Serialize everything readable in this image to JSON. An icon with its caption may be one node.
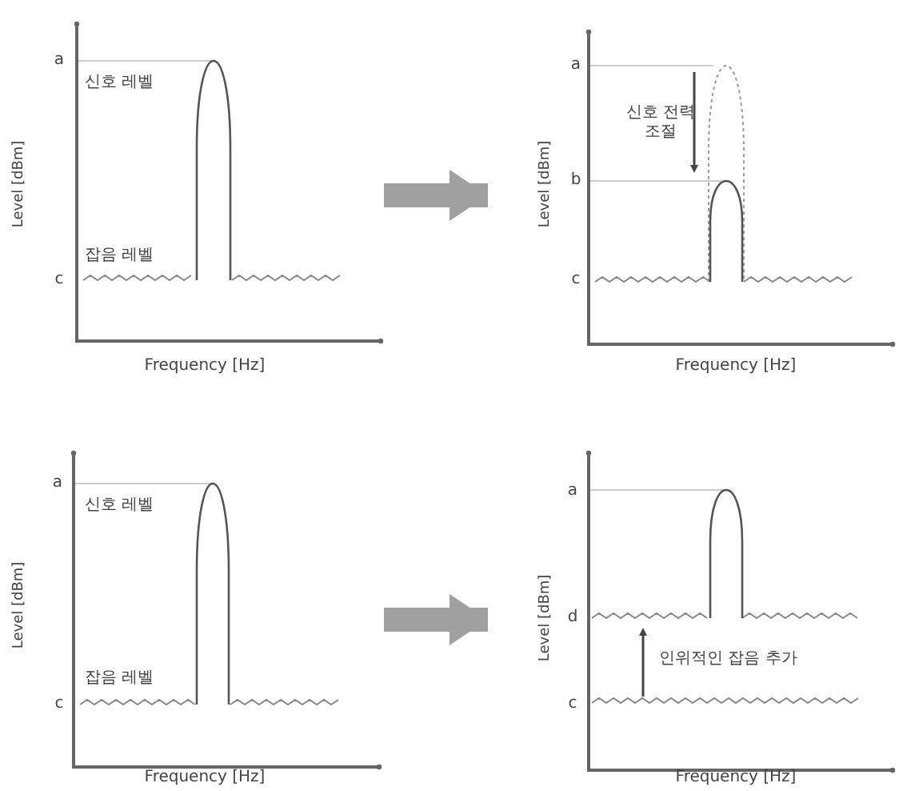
{
  "diagram": {
    "nodes": [
      {
        "text": [
          "a",
          "신호 레벨",
          "Level [dBm]",
          "잡음 레벨",
          "c",
          "Frequency [Hz]"
        ]
      },
      {
        "text": [
          "a",
          "신호 전력 조절",
          "b",
          "Level [dBm]",
          "c",
          "Frequency [Hz]"
        ]
      },
      {
        "text": [
          "a",
          "신호 레벨",
          "Level [dBm]",
          "잡음 레벨",
          "c",
          "Frequency [Hz]"
        ]
      },
      {
        "text": [
          "a",
          "Level [dBm]",
          "d",
          "인위적인 잡음 추가",
          "c",
          "Frequency [Hz]"
        ]
      }
    ],
    "edges": [
      {
        "from": 0,
        "to": 1,
        "arrow": "to"
      },
      {
        "from": 2,
        "to": 3,
        "arrow": "to"
      }
    ]
  }
}
